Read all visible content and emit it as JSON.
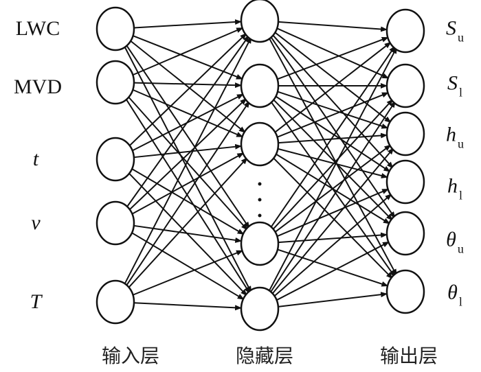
{
  "inputs": {
    "lwc": "LWC",
    "mvd": "MVD",
    "t": "t",
    "v": "v",
    "T": "T"
  },
  "outputs": {
    "su": {
      "main": "S",
      "sub": "u"
    },
    "sl": {
      "main": "S",
      "sub": "l"
    },
    "hu": {
      "main": "h",
      "sub": "u"
    },
    "hl": {
      "main": "h",
      "sub": "l"
    },
    "tu": {
      "main": "θ",
      "sub": "u"
    },
    "tl": {
      "main": "θ",
      "sub": "l"
    }
  },
  "layers": {
    "input": "输入层",
    "hidden": "隐藏层",
    "output": "输出层"
  },
  "hidden_node_count_shown": 5,
  "ellipsis": "⋮"
}
